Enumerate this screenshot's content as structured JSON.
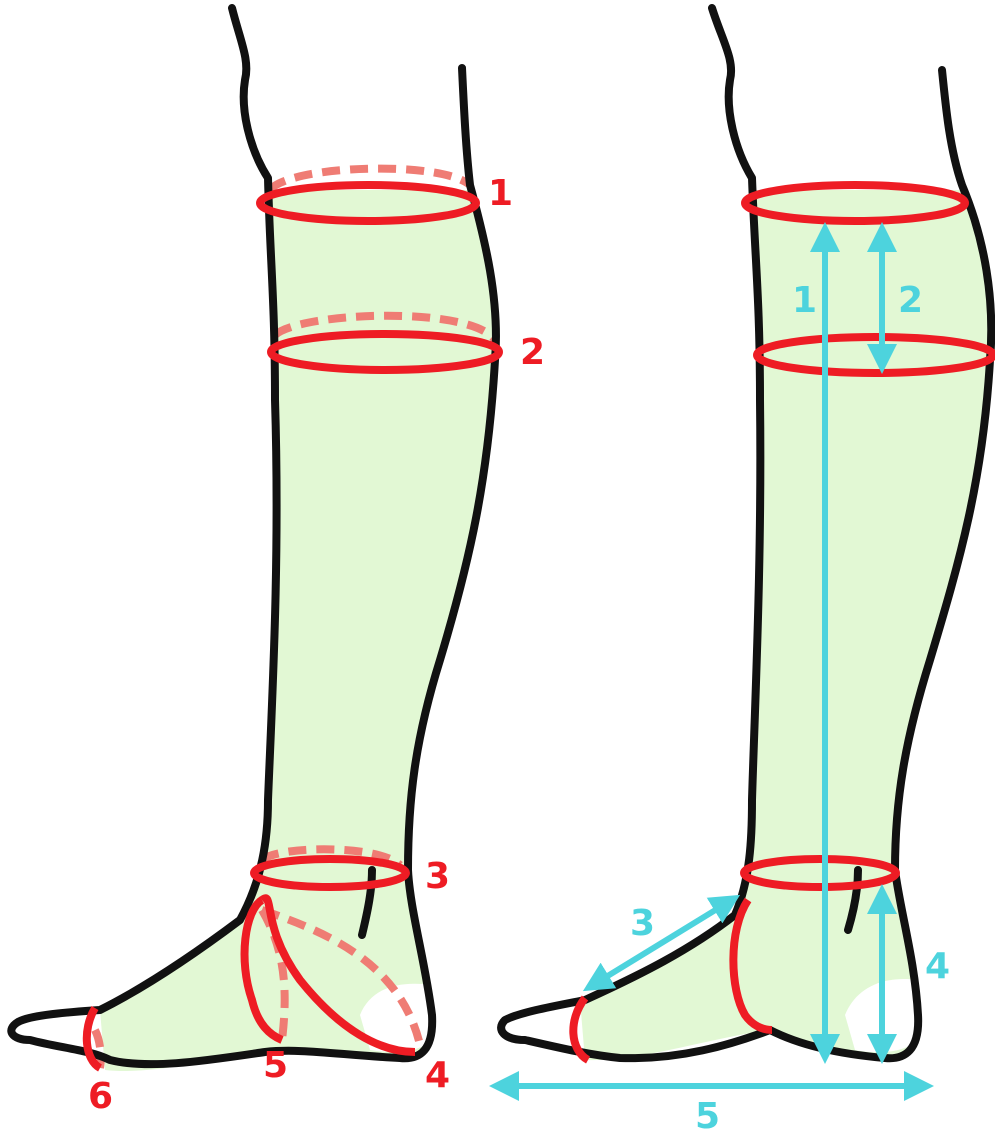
{
  "colors": {
    "outline": "#111111",
    "skin_fill": "#e2f8d4",
    "circumference": "#ee1c24",
    "circumference_back": "#ef7c74",
    "length_arrow": "#4dd3dd"
  },
  "left_diagram": {
    "circumference_labels": [
      "1",
      "2",
      "3",
      "4",
      "5",
      "6"
    ]
  },
  "right_diagram": {
    "length_labels": [
      "1",
      "2",
      "3",
      "4",
      "5"
    ]
  }
}
